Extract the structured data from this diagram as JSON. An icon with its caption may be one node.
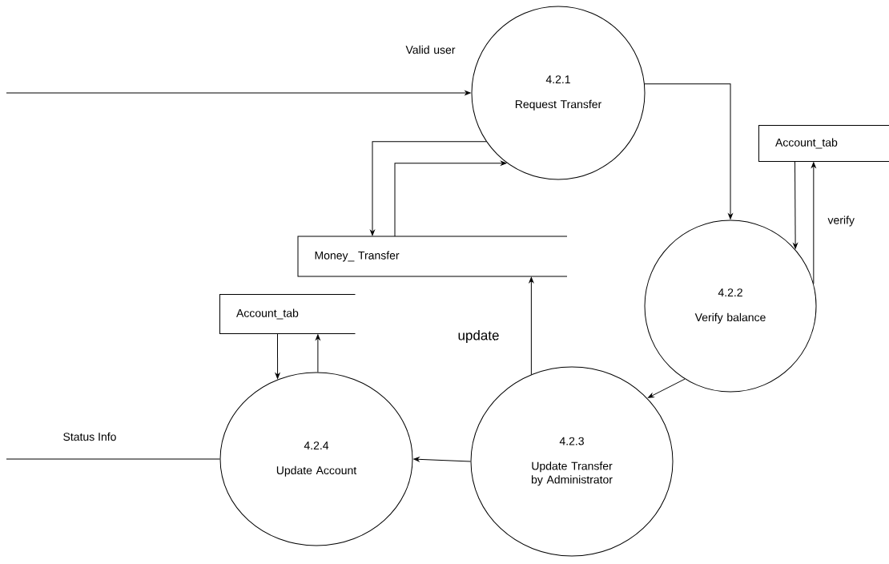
{
  "diagram": {
    "nodes": [
      {
        "text": [
          "4.2.1",
          "Request Transfer"
        ]
      },
      {
        "text": [
          "Account_tab"
        ]
      },
      {
        "text": [
          "Money_ Transfer"
        ]
      },
      {
        "text": [
          "4.2.2",
          "Verify balance"
        ]
      },
      {
        "text": [
          "Account_tab"
        ]
      },
      {
        "text": [
          "4.2.4",
          "Update Account"
        ]
      },
      {
        "text": [
          "4.2.3",
          "Update Transfer by Administrator"
        ]
      }
    ],
    "edges": [
      {
        "from": null,
        "to": 0,
        "arrow": "to",
        "label": "Valid user"
      },
      {
        "from": 0,
        "to": 3,
        "arrow": "to"
      },
      {
        "from": 0,
        "to": 2,
        "arrow": "to"
      },
      {
        "from": 2,
        "to": 0,
        "arrow": "to"
      },
      {
        "from": 1,
        "to": 3,
        "arrow": "to"
      },
      {
        "from": 3,
        "to": 1,
        "arrow": "to",
        "label": "verify"
      },
      {
        "from": 3,
        "to": 6,
        "arrow": "to"
      },
      {
        "from": 6,
        "to": 2,
        "arrow": "to",
        "label": "update"
      },
      {
        "from": 6,
        "to": 5,
        "arrow": "to"
      },
      {
        "from": 4,
        "to": 5,
        "arrow": "to"
      },
      {
        "from": 5,
        "to": 4,
        "arrow": "to"
      },
      {
        "from": 5,
        "to": null,
        "arrow": "none",
        "label": "Status Info"
      }
    ]
  }
}
